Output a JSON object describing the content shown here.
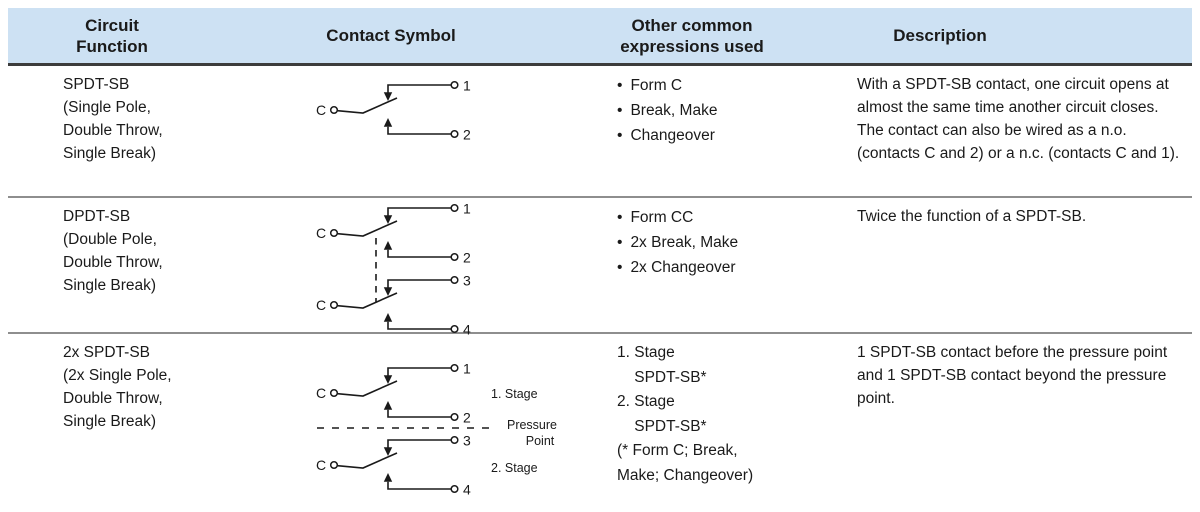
{
  "glyphs": {
    "bullet": "•"
  },
  "colors": {
    "header_background": "#cde1f3",
    "header_rule": "#3c3c3c",
    "row_rule": "#8e8e8e",
    "text": "#1a1a1a"
  },
  "header": {
    "circuit_function": "Circuit\nFunction",
    "contact_symbol": "Contact Symbol",
    "other_expressions": "Other common\nexpressions used",
    "description": "Description"
  },
  "rows": [
    {
      "function": "SPDT-SB\n(Single Pole,\nDouble Throw,\nSingle Break)",
      "symbol": {
        "c1": "C",
        "t1": "1",
        "t2": "2"
      },
      "expressions": [
        "Form C",
        "Break, Make",
        "Changeover"
      ],
      "description": "With a SPDT-SB contact, one circuit opens at almost the same time another circuit closes. The contact can also be wired as a n.o. (contacts C and 2) or a n.c. (contacts C and 1)."
    },
    {
      "function": "DPDT-SB\n(Double Pole,\nDouble Throw,\nSingle Break)",
      "symbol": {
        "c1": "C",
        "c2": "C",
        "t1": "1",
        "t2": "2",
        "t3": "3",
        "t4": "4"
      },
      "expressions": [
        "Form CC",
        "2x Break, Make",
        "2x Changeover"
      ],
      "description": "Twice the function of a SPDT-SB."
    },
    {
      "function": "2x SPDT-SB\n(2x Single Pole,\nDouble Throw,\nSingle Break)",
      "symbol": {
        "c1": "C",
        "c2": "C",
        "t1": "1",
        "t2": "2",
        "t3": "3",
        "t4": "4",
        "stage1": "1. Stage",
        "stage2": "2. Stage",
        "pressure_line1": "Pressure",
        "pressure_line2": "Point"
      },
      "expressions_block": "1. Stage\n    SPDT-SB*\n2. Stage\n    SPDT-SB*\n(* Form C; Break,\nMake; Changeover)",
      "description": "1 SPDT-SB contact before the pressure point and 1 SPDT-SB contact beyond the pressure point."
    }
  ]
}
